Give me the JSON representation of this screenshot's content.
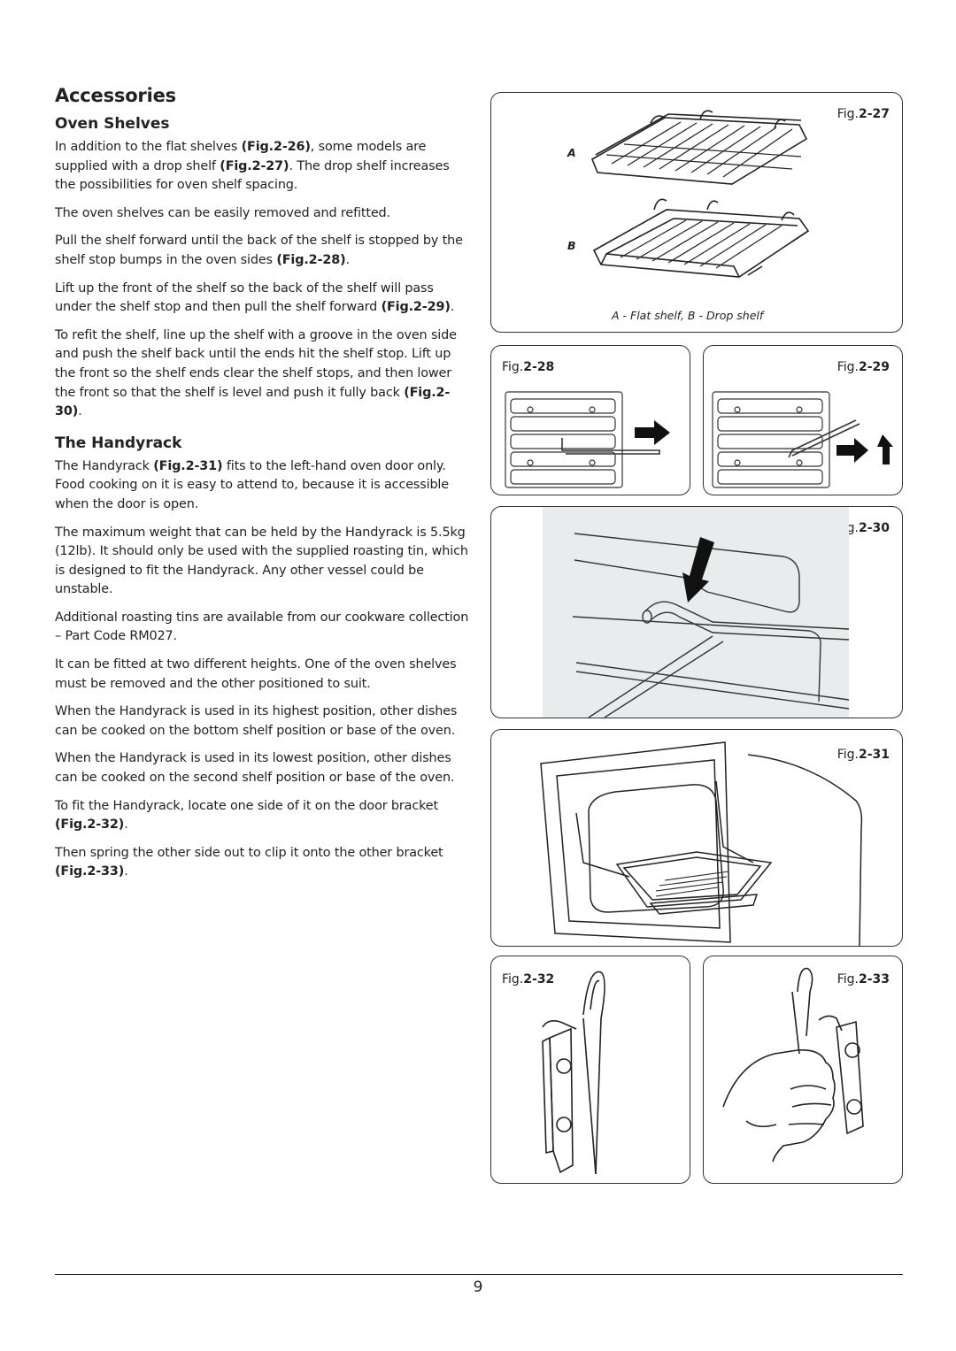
{
  "title": "Accessories",
  "sections": {
    "oven_shelves": {
      "heading": "Oven Shelves",
      "p1": {
        "a": "In addition to the flat shelves ",
        "ref1": "(Fig.2-26)",
        "b": ", some models are supplied with a drop shelf ",
        "ref2": "(Fig.2-27)",
        "c": ". The drop shelf increases the possibilities for oven shelf spacing."
      },
      "p2": "The oven shelves can be easily removed and refitted.",
      "p3": {
        "a": "Pull the shelf forward until the back of the shelf is stopped by the shelf stop bumps in the oven sides ",
        "ref": "(Fig.2-28)",
        "b": "."
      },
      "p4": {
        "a": "Lift up the front of the shelf so the back of the shelf will pass under the shelf stop and then pull the shelf forward ",
        "ref": "(Fig.2-29)",
        "b": "."
      },
      "p5": {
        "a": "To refit the shelf, line up the shelf with a groove in the oven side and push the shelf back until the ends hit the shelf stop. Lift up the front so the shelf ends clear the shelf stops, and then lower the front so that the shelf is level and push it fully back ",
        "ref": "(Fig.2-30)",
        "b": "."
      }
    },
    "handyrack": {
      "heading": "The Handyrack",
      "p1": {
        "a": "The Handyrack ",
        "ref": "(Fig.2-31)",
        "b": " fits to the left-hand oven door only. Food cooking on it is easy to attend to, because it is accessible when the door is open."
      },
      "p2": "The maximum weight that can be held by the Handyrack is 5.5kg (12lb). It should only be used with the supplied roasting tin, which is designed to fit the Handyrack. Any other vessel could be unstable.",
      "p3": "Additional roasting tins are available from our cookware collection – Part Code RM027.",
      "p4": "It can be fitted at two different heights. One of the oven shelves must be removed and the other positioned to suit.",
      "p5": "When the Handyrack is used in its highest position, other dishes can be cooked on the bottom shelf position or base of the oven.",
      "p6": "When the Handyrack is used in its lowest position, other dishes can be cooked on the second shelf position or base of the oven.",
      "p7": {
        "a": "To fit the Handyrack, locate one side of it on the door bracket ",
        "ref": "(Fig.2-32)",
        "b": "."
      },
      "p8": {
        "a": "Then spring the other side out to clip it onto the other bracket ",
        "ref": "(Fig.2-33)",
        "b": "."
      }
    }
  },
  "figures": {
    "fig27": {
      "pre": "Fig.",
      "num": "2-27",
      "letter_a": "A",
      "letter_b": "B",
      "caption": "A - Flat shelf,    B - Drop shelf"
    },
    "fig28": {
      "pre": "Fig.",
      "num": "2-28"
    },
    "fig29": {
      "pre": "Fig.",
      "num": "2-29"
    },
    "fig30": {
      "pre": "Fig.",
      "num": "2-30"
    },
    "fig31": {
      "pre": "Fig.",
      "num": "2-31"
    },
    "fig32": {
      "pre": "Fig.",
      "num": "2-32"
    },
    "fig33": {
      "pre": "Fig.",
      "num": "2-33"
    }
  },
  "page_number": "9"
}
